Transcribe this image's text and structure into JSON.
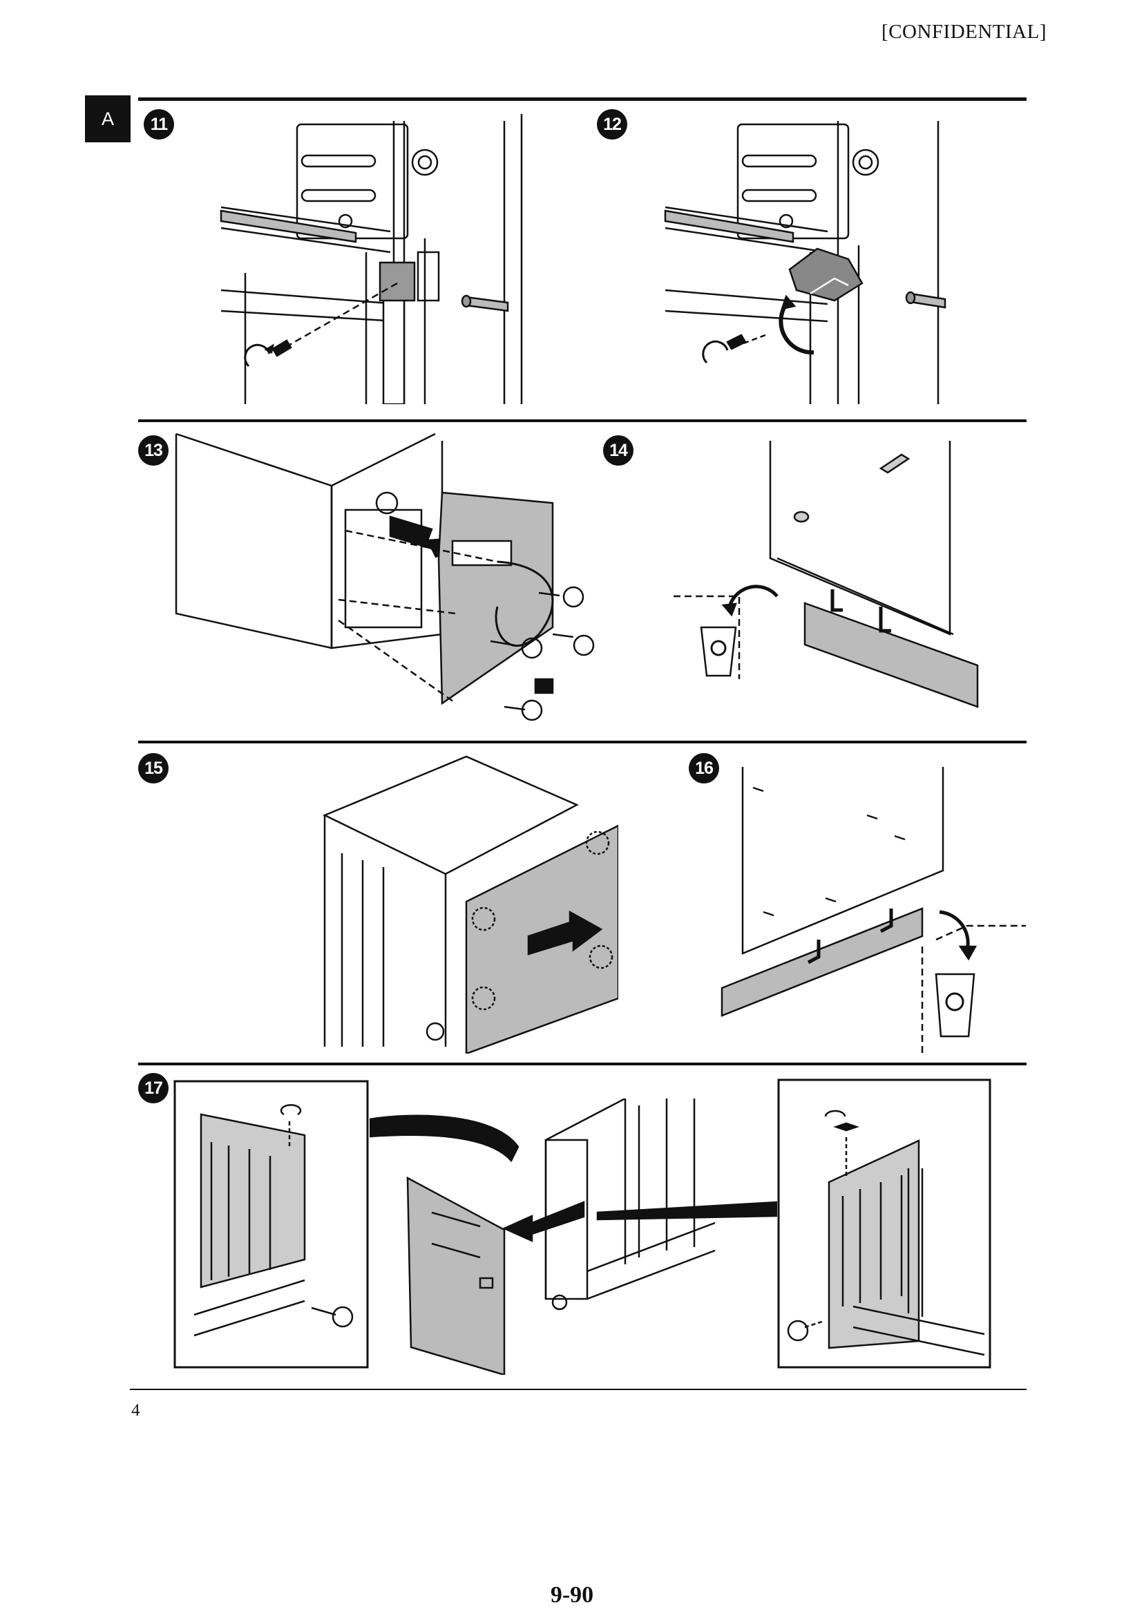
{
  "header": {
    "confidential": "[CONFIDENTIAL]"
  },
  "section_tab": "A",
  "steps": [
    {
      "number": "11",
      "icon": "screw-remove-icon"
    },
    {
      "number": "12",
      "icon": "lever-rotate-icon"
    },
    {
      "number": "13",
      "icon": "panel-remove-icon"
    },
    {
      "number": "14",
      "icon": "recycle-bin-icon"
    },
    {
      "number": "15",
      "icon": "panel-slide-icon"
    },
    {
      "number": "16",
      "icon": "recycle-bin-icon"
    },
    {
      "number": "17",
      "icon": "cover-remove-icon"
    }
  ],
  "footnote_number": "4",
  "footer": {
    "page_number": "9-90"
  }
}
